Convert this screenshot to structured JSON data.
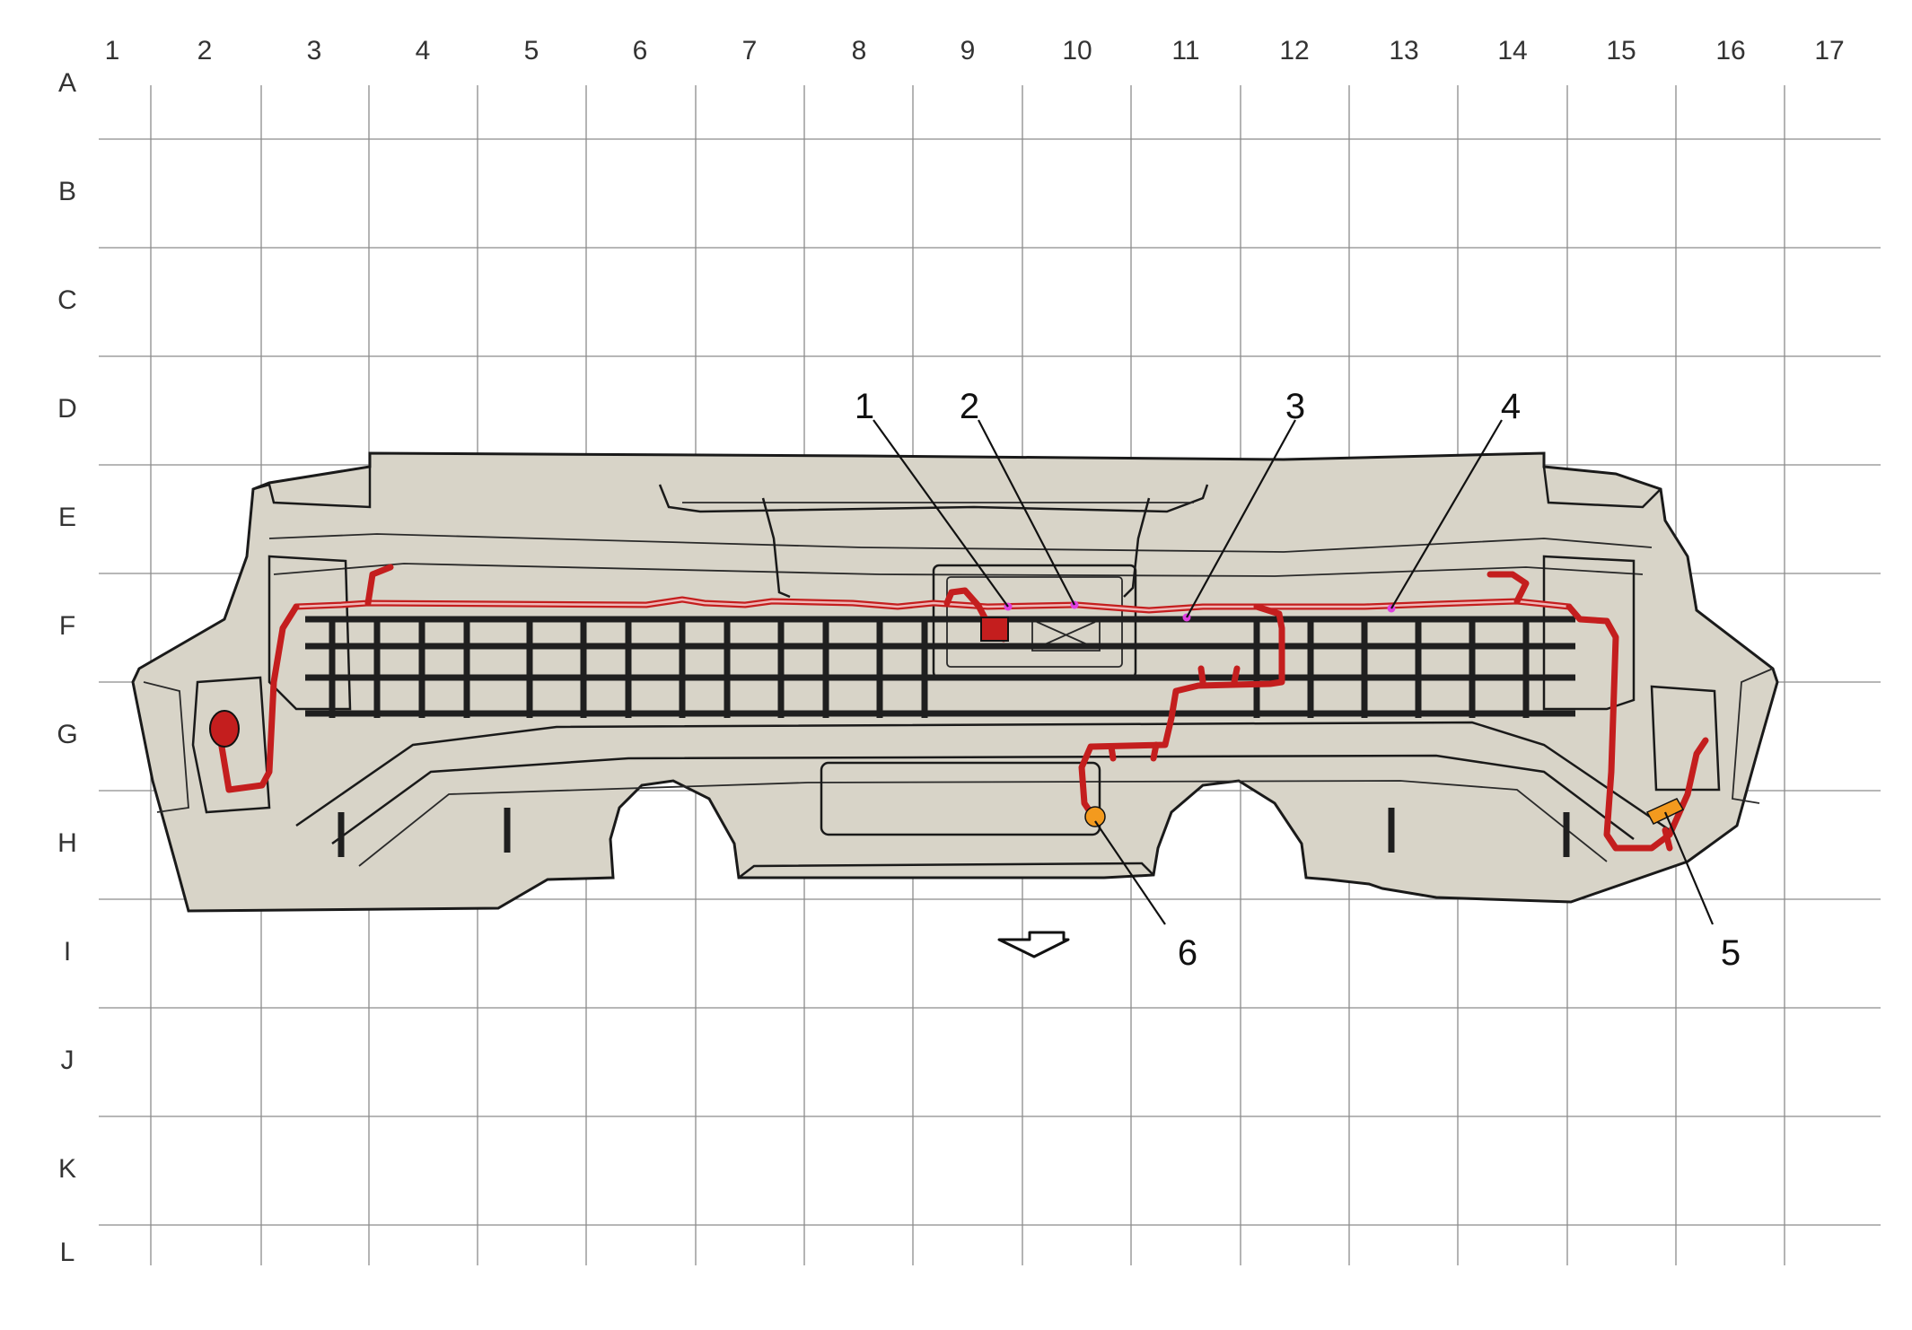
{
  "columns": [
    "1",
    "2",
    "3",
    "4",
    "5",
    "6",
    "7",
    "8",
    "9",
    "10",
    "11",
    "12",
    "13",
    "14",
    "15",
    "16",
    "17"
  ],
  "rows": [
    "A",
    "B",
    "C",
    "D",
    "E",
    "F",
    "G",
    "H",
    "I",
    "J",
    "K",
    "L"
  ],
  "callouts": [
    {
      "label": "1"
    },
    {
      "label": "2"
    },
    {
      "label": "3"
    },
    {
      "label": "4"
    },
    {
      "label": "5"
    },
    {
      "label": "6"
    }
  ],
  "colors": {
    "harness": "#c41e1e",
    "splice": "#e040e0",
    "connector_orange": "#f39a1e",
    "bumper": "#d8d4c8",
    "grid": "#8c8c8c"
  }
}
